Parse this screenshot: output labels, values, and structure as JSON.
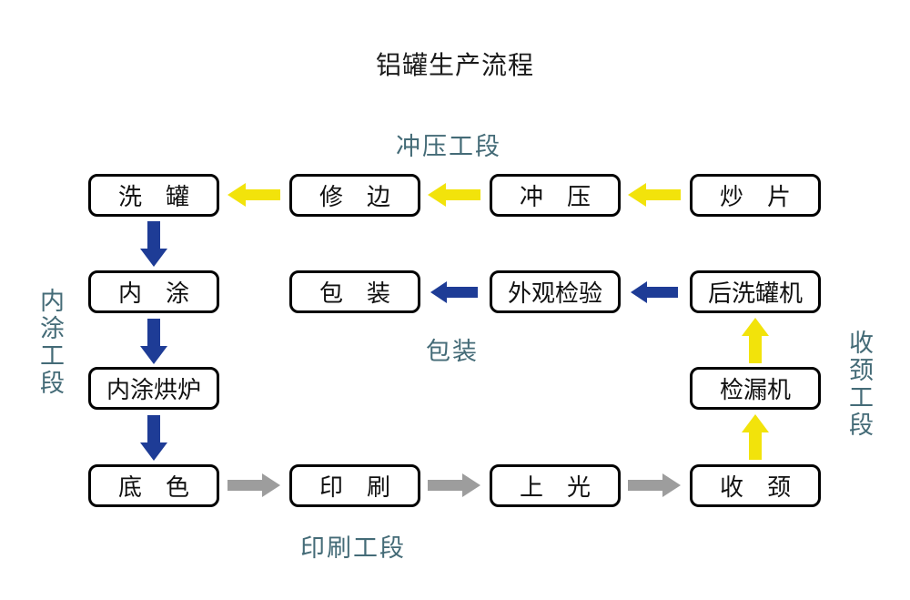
{
  "title": "铝罐生产流程",
  "colors": {
    "arrow_yellow": "#F2E30B",
    "arrow_navy": "#1E3C96",
    "arrow_gray": "#9D9D9D",
    "section_label_teal": "#446B77",
    "box_border": "#000000",
    "box_text": "#111111",
    "background": "#FFFFFF"
  },
  "sections": {
    "stamping": "冲压工段",
    "inner_coating": "内涂工段",
    "packing": "包装",
    "necking": "收颈工段",
    "printing": "印刷工段"
  },
  "nodes": [
    {
      "id": "xiguan",
      "label": "洗　罐"
    },
    {
      "id": "xiubian",
      "label": "修　边"
    },
    {
      "id": "chongya",
      "label": "冲　压"
    },
    {
      "id": "chaopian",
      "label": "炒　片"
    },
    {
      "id": "neitu",
      "label": "内　涂"
    },
    {
      "id": "baozhuang",
      "label": "包　装"
    },
    {
      "id": "waiguan-jianyan",
      "label": "外观检验"
    },
    {
      "id": "houxiguanji",
      "label": "后洗罐机"
    },
    {
      "id": "neitu-honglu",
      "label": "内涂烘炉"
    },
    {
      "id": "jianlouji",
      "label": "检漏机"
    },
    {
      "id": "dise",
      "label": "底　色"
    },
    {
      "id": "yinshua",
      "label": "印　刷"
    },
    {
      "id": "shangguang",
      "label": "上　光"
    },
    {
      "id": "shoujing",
      "label": "收　颈"
    }
  ],
  "flows": [
    {
      "from": "炒片",
      "to": "冲压",
      "color": "yellow"
    },
    {
      "from": "冲压",
      "to": "修边",
      "color": "yellow"
    },
    {
      "from": "修边",
      "to": "洗罐",
      "color": "yellow"
    },
    {
      "from": "洗罐",
      "to": "内涂",
      "color": "navy"
    },
    {
      "from": "内涂",
      "to": "内涂烘炉",
      "color": "navy"
    },
    {
      "from": "内涂烘炉",
      "to": "底色",
      "color": "navy"
    },
    {
      "from": "底色",
      "to": "印刷",
      "color": "gray"
    },
    {
      "from": "印刷",
      "to": "上光",
      "color": "gray"
    },
    {
      "from": "上光",
      "to": "收颈",
      "color": "gray"
    },
    {
      "from": "收颈",
      "to": "检漏机",
      "color": "yellow"
    },
    {
      "from": "检漏机",
      "to": "后洗罐机",
      "color": "yellow"
    },
    {
      "from": "后洗罐机",
      "to": "外观检验",
      "color": "navy"
    },
    {
      "from": "外观检验",
      "to": "包装",
      "color": "navy"
    }
  ]
}
